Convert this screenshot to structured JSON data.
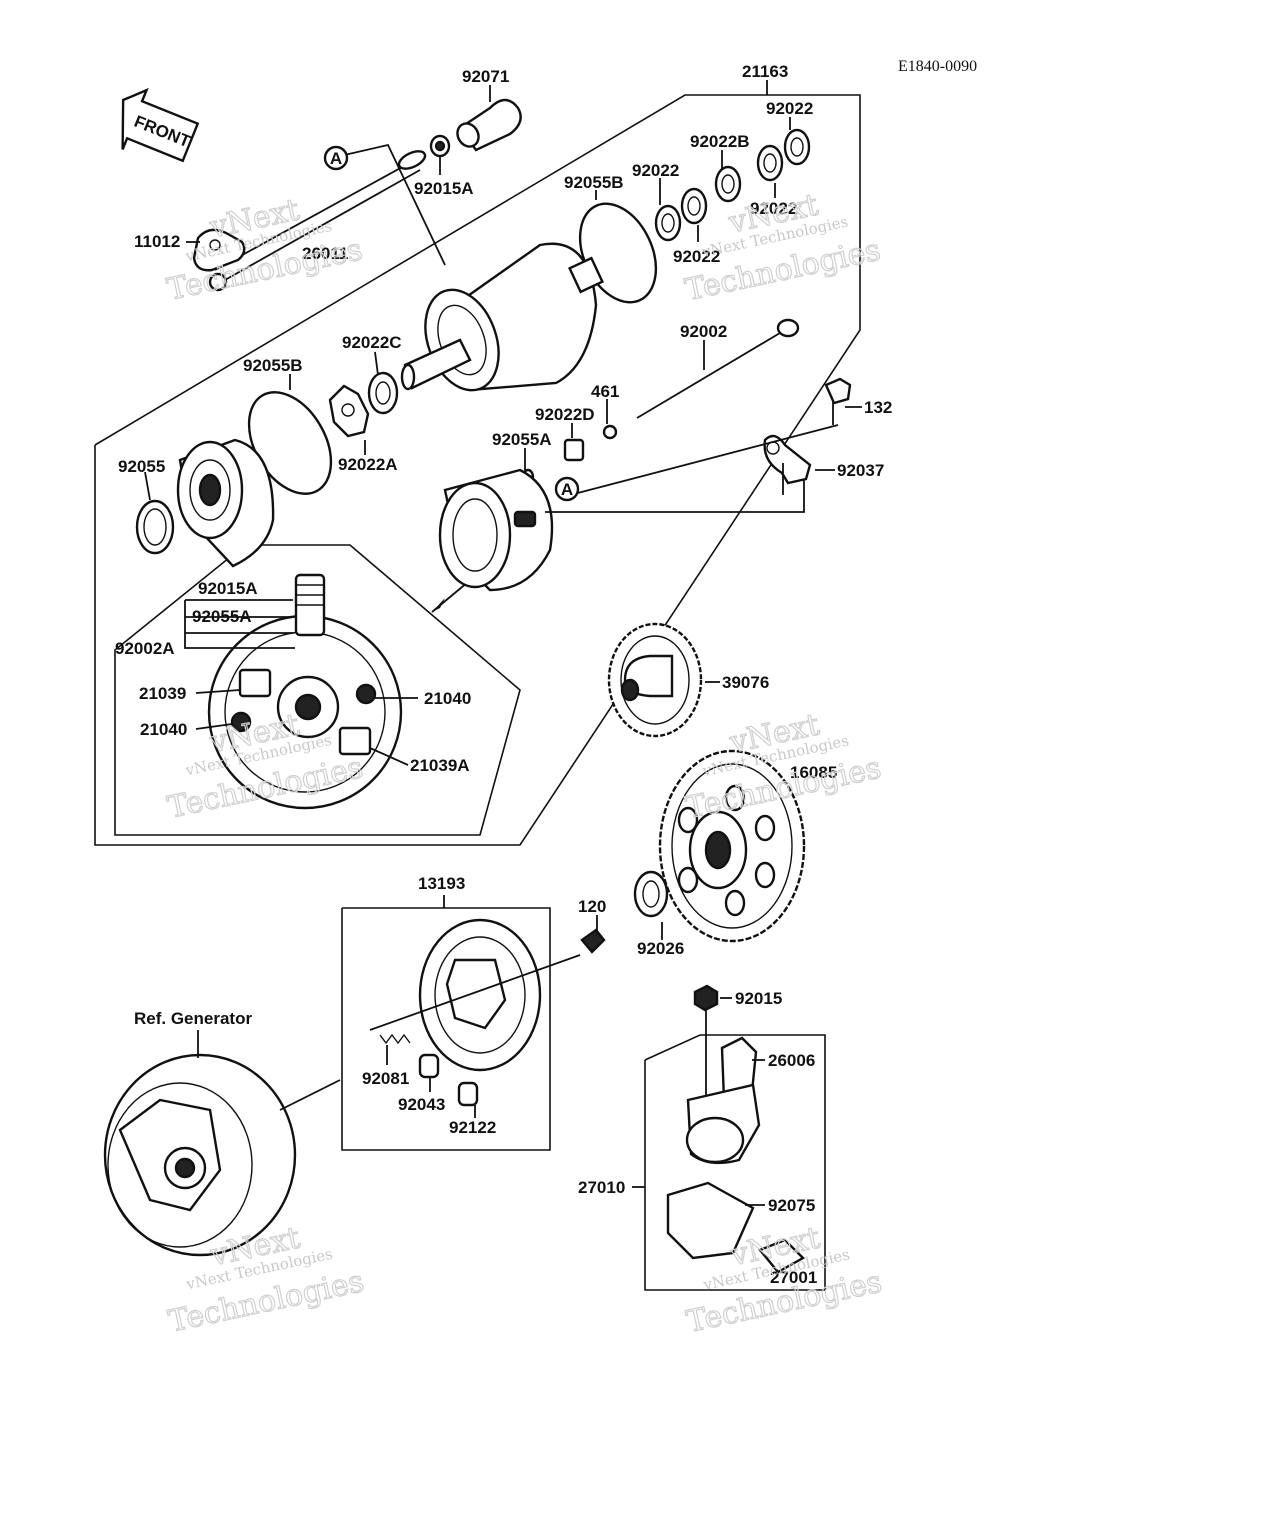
{
  "diagram_code": "E1840-0090",
  "front_arrow_label": "FRONT",
  "ref_marker": "A",
  "labels": {
    "p21163": "21163",
    "p92071": "92071",
    "p92022_top": "92022",
    "p92022B": "92022B",
    "p92022_a": "92022",
    "p92022_b": "92022",
    "p92022_c": "92022",
    "p92055B_top": "92055B",
    "p92015A_top": "92015A",
    "p11012": "11012",
    "p26011": "26011",
    "p92002": "92002",
    "p92022C": "92022C",
    "p92055B_left": "92055B",
    "p461": "461",
    "p132": "132",
    "p92022D": "92022D",
    "p92055A_top": "92055A",
    "p92022A": "92022A",
    "p92037": "92037",
    "p92055": "92055",
    "p92015A_inset": "92015A",
    "p92055A_inset": "92055A",
    "p92002A": "92002A",
    "p21039": "21039",
    "p21040_right": "21040",
    "p21040_left": "21040",
    "p21039A": "21039A",
    "p39076": "39076",
    "p16085": "16085",
    "p13193": "13193",
    "p120": "120",
    "p92026": "92026",
    "p92015": "92015",
    "p26006": "26006",
    "ref_generator": "Ref. Generator",
    "p92081": "92081",
    "p92043": "92043",
    "p92122": "92122",
    "p27010": "27010",
    "p92075": "92075",
    "p27001": "27001"
  },
  "watermark": {
    "brand": "vNext",
    "line1": "vNext Technologies",
    "line2": "Technologies"
  }
}
